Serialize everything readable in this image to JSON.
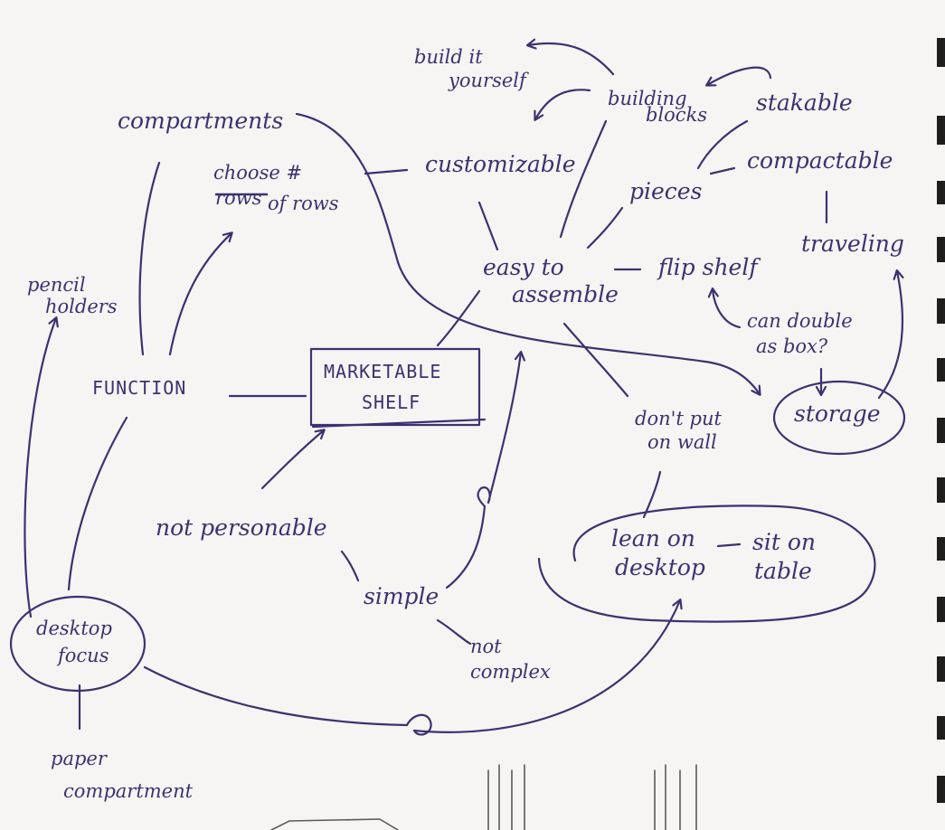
{
  "nodes": {
    "build_it_yourself": [
      "build it",
      "yourself"
    ],
    "building_blocks": [
      "building",
      "blocks"
    ],
    "stackable": "stakable",
    "compartments": "compartments",
    "customizable": "customizable",
    "choose_rows": {
      "line1": "choose #",
      "struck": "rows",
      "rest": "of rows"
    },
    "pieces": "pieces",
    "compactable": "compactable",
    "traveling": "traveling",
    "pencil_holders": [
      "pencil",
      "holders"
    ],
    "easy_to_assemble": [
      "easy to",
      "assemble"
    ],
    "flip_shelf": "flip shelf",
    "can_double_as_box": [
      "can double",
      "as box?"
    ],
    "function": "FUNCTION",
    "marketable_shelf": [
      "MARKETABLE",
      "SHELF"
    ],
    "dont_put_on_wall": [
      "don't put",
      "on wall"
    ],
    "storage": "storage",
    "not_personable": "not personable",
    "lean_on_desktop": [
      "lean on",
      "desktop"
    ],
    "sit_on_table": [
      "sit on",
      "table"
    ],
    "simple": "simple",
    "not_complex": [
      "not",
      "complex"
    ],
    "desktop_focus": [
      "desktop",
      "focus"
    ],
    "paper_compartment": [
      "paper",
      "compartment"
    ]
  },
  "colors": {
    "ink": "#3b3270",
    "paper": "#f6f5f3"
  }
}
